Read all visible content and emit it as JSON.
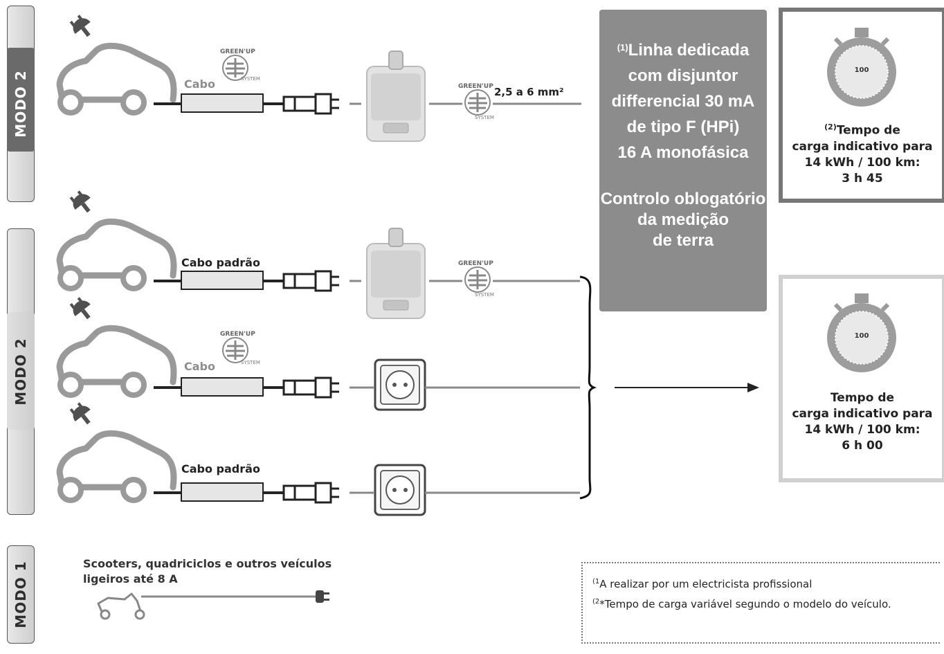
{
  "modes": {
    "top_label": "MODO 2",
    "middle_label": "MODO 2",
    "bottom_label": "MODO 1"
  },
  "rows": [
    {
      "cable_label": "Cabo",
      "wire_label": "2,5 a 6 mm²"
    },
    {
      "cable_label": "Cabo padrão"
    },
    {
      "cable_label": "Cabo"
    },
    {
      "cable_label": "Cabo padrão"
    }
  ],
  "badge": {
    "top_text": "GREEN'UP",
    "bottom_text": "SYSTEM"
  },
  "info_box": {
    "note_marker": "(1)",
    "lines": [
      "Linha dedicada",
      "com disjuntor",
      "differencial 30 mA",
      "de tipo F (HPi)",
      "16 A monofásica"
    ],
    "lines2": [
      "Controlo oblogatório",
      "da medição",
      "de terra"
    ]
  },
  "timer_fast": {
    "dial_value": "100",
    "note_marker": "(2)",
    "lines": [
      "Tempo de",
      "carga indicativo para",
      "14 kWh / 100 km:",
      "3 h 45"
    ]
  },
  "timer_slow": {
    "dial_value": "100",
    "lines": [
      "Tempo de",
      "carga indicativo para",
      "14 kWh / 100 km:",
      "6 h 00"
    ]
  },
  "mode1": {
    "lines": [
      "Scooters, quadriciclos e outros veículos",
      "ligeiros até 8 A"
    ]
  },
  "footnotes": [
    {
      "marker": "(1",
      "text": "A realizar por um electricista profissional"
    },
    {
      "marker": "(2",
      "text": "*Tempo de carga variável segundo o modelo do veículo."
    }
  ],
  "colors": {
    "box_grey": "#8c8c8c",
    "line_grey": "#8a8a8a",
    "dark": "#222222"
  }
}
